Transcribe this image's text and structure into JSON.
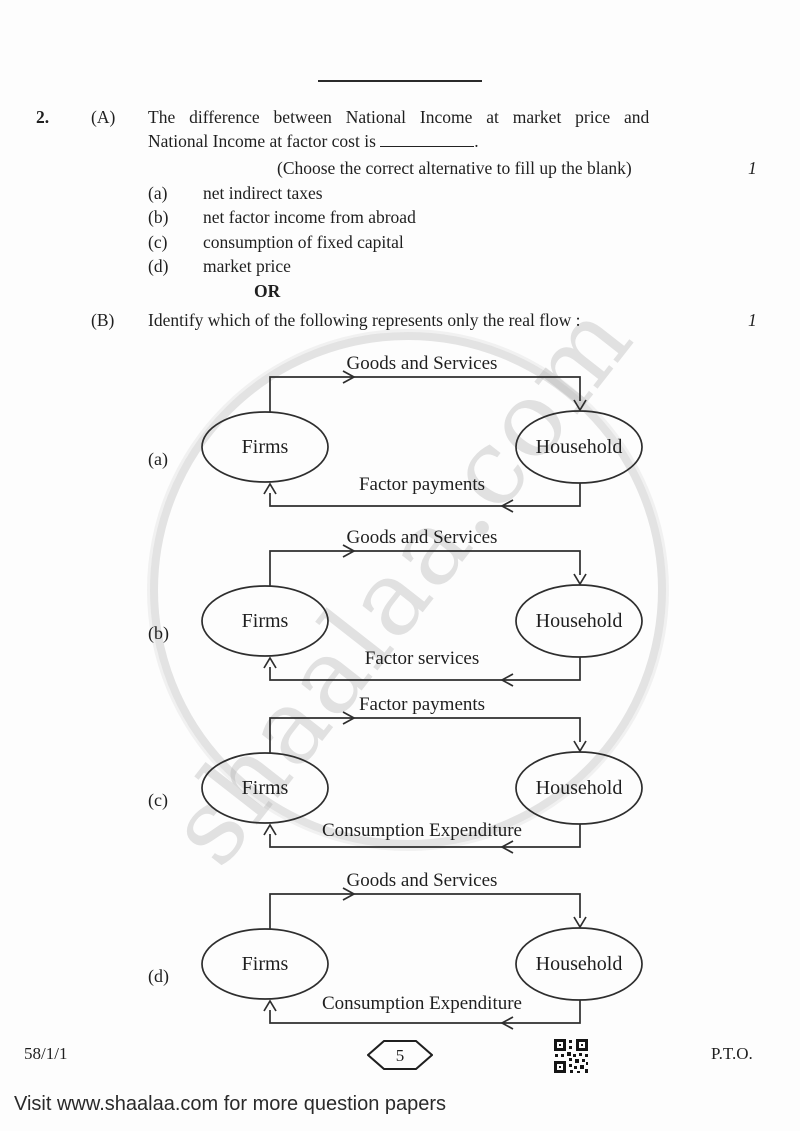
{
  "page": {
    "question_number": "2.",
    "part_a": {
      "label": "(A)",
      "line1": "The difference between National Income at market price and",
      "line2_prefix": "National Income at factor cost is ",
      "line2_suffix": ".",
      "hint": "(Choose the correct alternative to fill up the blank)",
      "marks": "1",
      "options": [
        {
          "letter": "(a)",
          "text": "net indirect taxes"
        },
        {
          "letter": "(b)",
          "text": "net factor income from abroad"
        },
        {
          "letter": "(c)",
          "text": "consumption of fixed capital"
        },
        {
          "letter": "(d)",
          "text": "market price"
        }
      ],
      "or_label": "OR"
    },
    "part_b": {
      "label": "(B)",
      "prompt": "Identify which of the following represents only the real flow :",
      "marks": "1"
    },
    "diagrams": [
      {
        "letter": "(a)",
        "top_flow": "Goods and Services",
        "bottom_flow": "Factor payments",
        "left_node": "Firms",
        "right_node": "Household"
      },
      {
        "letter": "(b)",
        "top_flow": "Goods and Services",
        "bottom_flow": "Factor services",
        "left_node": "Firms",
        "right_node": "Household"
      },
      {
        "letter": "(c)",
        "top_flow": "Factor payments",
        "bottom_flow": "Consumption Expenditure",
        "left_node": "Firms",
        "right_node": "Household"
      },
      {
        "letter": "(d)",
        "top_flow": "Goods and Services",
        "bottom_flow": "Consumption Expenditure",
        "left_node": "Firms",
        "right_node": "Household"
      }
    ],
    "footer": {
      "paper_code": "58/1/1",
      "page_number": "5",
      "pto": "P.T.O."
    },
    "promo": {
      "text": "Visit www.shaalaa.com for more question papers"
    },
    "watermark": {
      "text": "shaalaa.com"
    }
  },
  "colors": {
    "ink": "#1f1f1f",
    "line": "#2e2e2e",
    "watermark_gray": "#d7d7d7"
  }
}
